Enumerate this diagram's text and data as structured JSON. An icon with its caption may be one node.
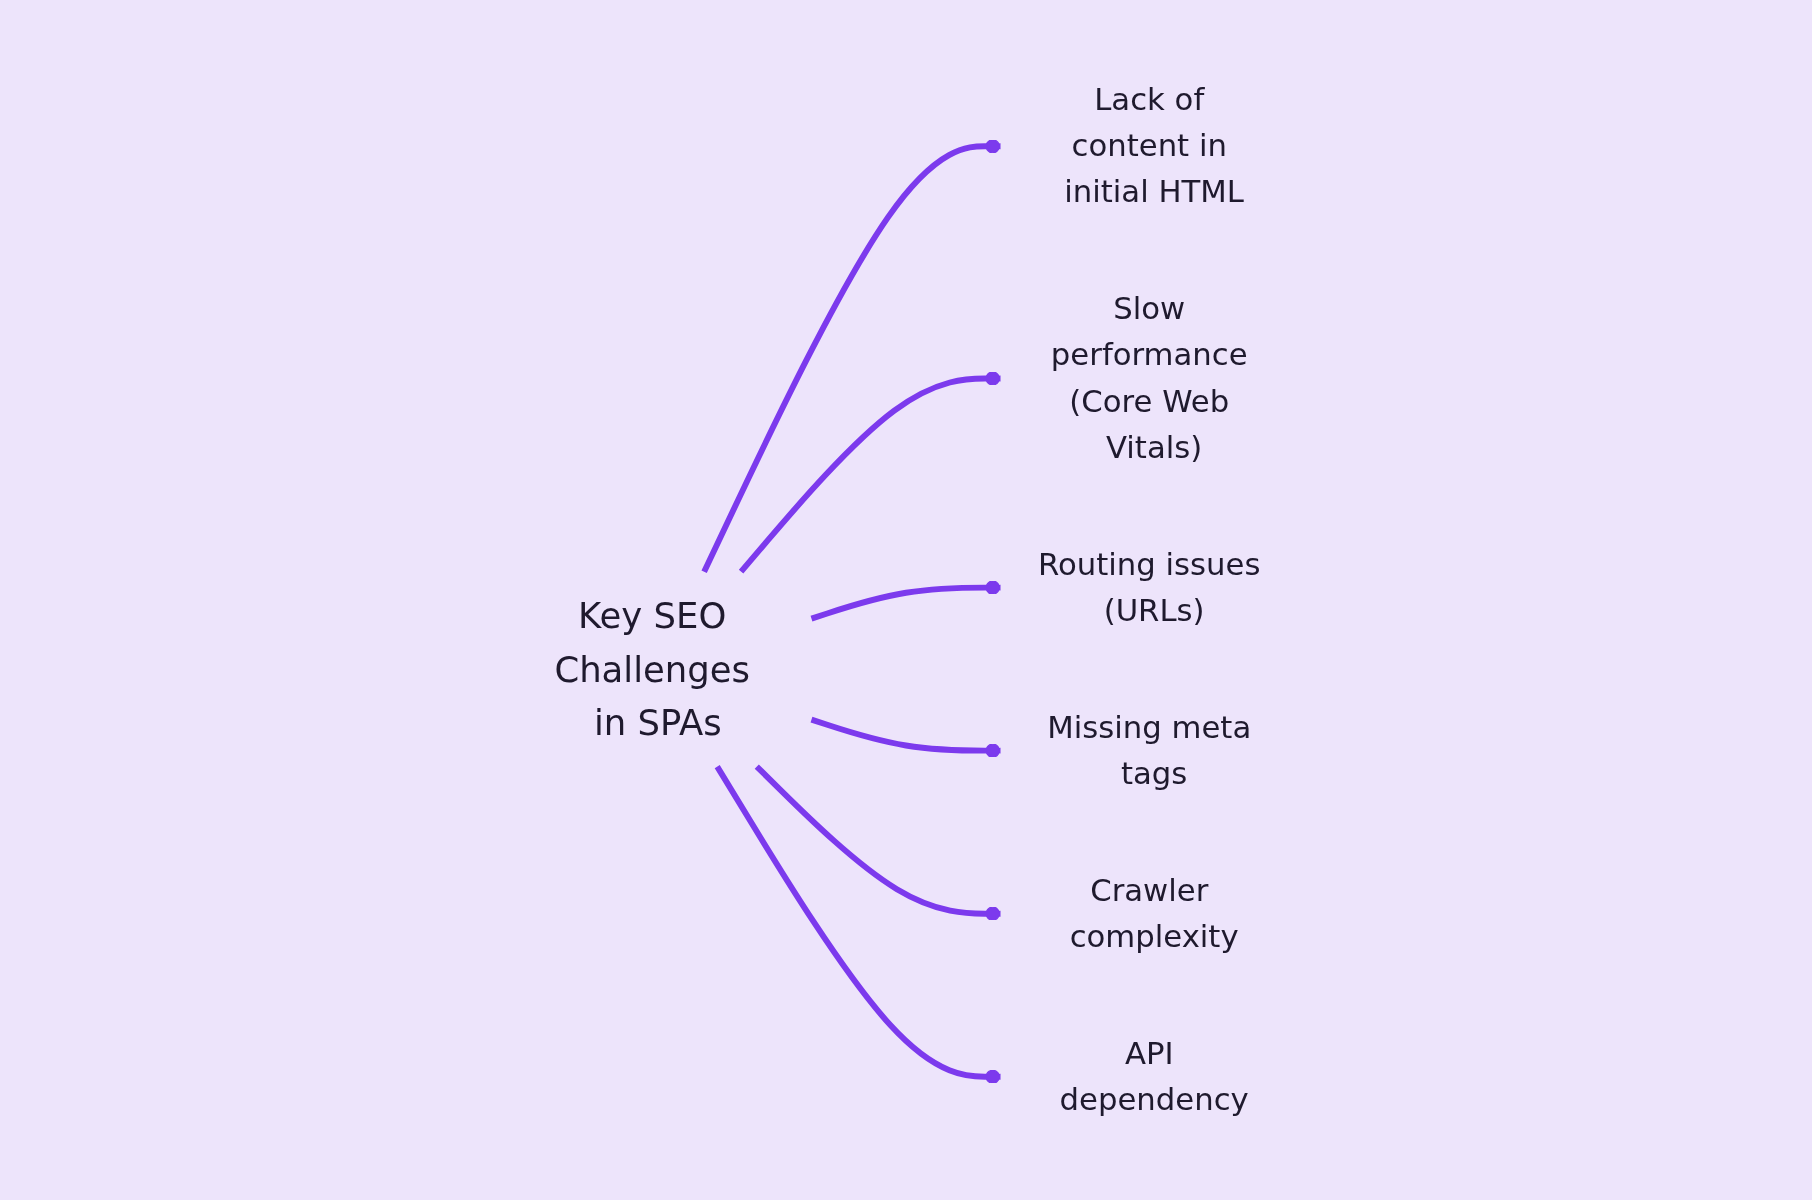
{
  "diagram": {
    "nodes": [
      {
        "text": [
          "Key SEO Challenges in SPAs"
        ]
      },
      {
        "text": [
          "Lack of content in initial HTML"
        ]
      },
      {
        "text": [
          "Slow performance (Core Web Vitals)"
        ]
      },
      {
        "text": [
          "Routing issues (URLs)"
        ]
      },
      {
        "text": [
          "Missing meta tags"
        ]
      },
      {
        "text": [
          "Crawler complexity"
        ]
      },
      {
        "text": [
          "API dependency"
        ]
      }
    ],
    "edges": [
      {
        "from": 0,
        "to": 1,
        "arrow": "other"
      },
      {
        "from": 0,
        "to": 2,
        "arrow": "other"
      },
      {
        "from": 0,
        "to": 3,
        "arrow": "other"
      },
      {
        "from": 0,
        "to": 4,
        "arrow": "other"
      },
      {
        "from": 0,
        "to": 5,
        "arrow": "other"
      },
      {
        "from": 0,
        "to": 6,
        "arrow": "other"
      }
    ]
  }
}
